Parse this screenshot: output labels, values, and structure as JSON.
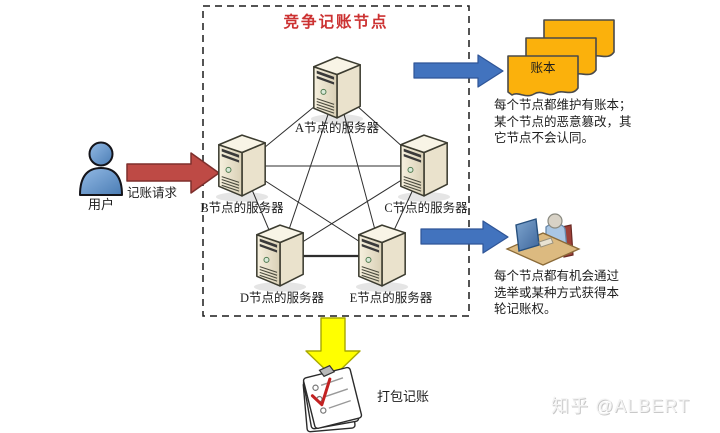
{
  "title": "竞争记账节点",
  "user": {
    "label": "用户"
  },
  "request": {
    "label": "记账请求"
  },
  "nodes": [
    {
      "label": "A节点的服务器"
    },
    {
      "label": "B节点的服务器"
    },
    {
      "label": "C节点的服务器"
    },
    {
      "label": "D节点的服务器"
    },
    {
      "label": "E节点的服务器"
    }
  ],
  "ledger": {
    "label": "账本",
    "note": "每个节点都维护有账本；\n某个节点的恶意篡改，其\n它节点不会认同。"
  },
  "election": {
    "note": "每个节点都有机会通过\n选举或某种方式获得本\n轮记账权。"
  },
  "package": {
    "label": "打包记账"
  },
  "watermark": "知乎 @ALBERT",
  "colors": {
    "title_red": "#cc3232",
    "request_arrow_red": "#be4a45",
    "flow_arrow_blue": "#4273be",
    "package_arrow_yellow": "#ffff00",
    "ledger_gold": "#fbb10c",
    "server_beige": "#efe8d4"
  }
}
